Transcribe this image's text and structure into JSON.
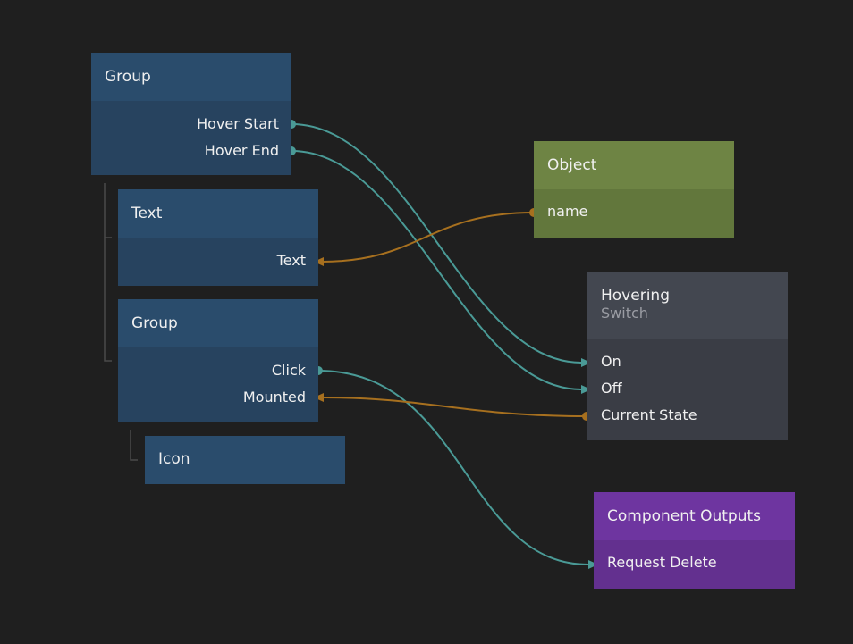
{
  "nodes": {
    "group_top": {
      "title": "Group",
      "ports": [
        "Hover Start",
        "Hover End"
      ]
    },
    "text": {
      "title": "Text",
      "ports": [
        "Text"
      ]
    },
    "group_inner": {
      "title": "Group",
      "ports": [
        "Click",
        "Mounted"
      ]
    },
    "icon": {
      "title": "Icon"
    },
    "object": {
      "title": "Object",
      "ports": [
        "name"
      ]
    },
    "hovering": {
      "title": "Hovering",
      "subtitle": "Switch",
      "ports": [
        "On",
        "Off",
        "Current State"
      ]
    },
    "outputs": {
      "title": "Component Outputs",
      "ports": [
        "Request Delete"
      ]
    }
  },
  "colors": {
    "background": "#1f1f1f",
    "signal_wire": "#4a9a96",
    "data_wire": "#a7701f",
    "tree_line": "#4a4a4a"
  }
}
